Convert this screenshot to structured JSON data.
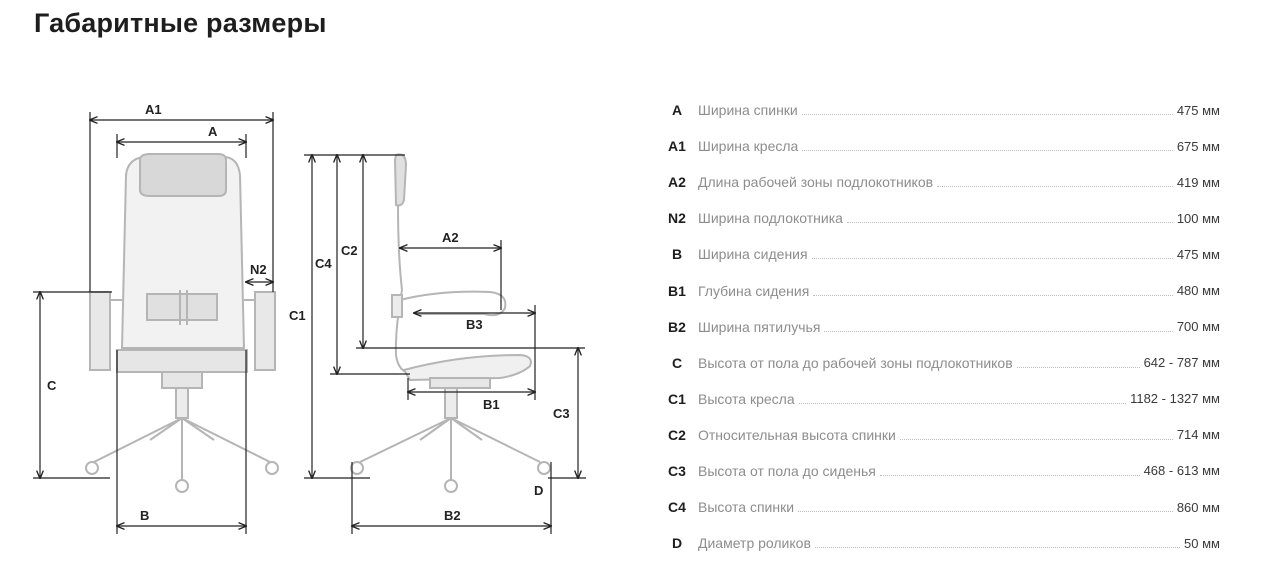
{
  "title": "Габаритные размеры",
  "diagram_labels": {
    "A1": "A1",
    "A": "A",
    "N2": "N2",
    "C": "C",
    "B": "B",
    "C4": "C4",
    "C2": "C2",
    "C1": "C1",
    "A2": "A2",
    "B3": "B3",
    "B1": "B1",
    "C3": "C3",
    "D": "D",
    "B2": "B2"
  },
  "specs": [
    {
      "code": "A",
      "label": "Ширина спинки",
      "value": "475 мм"
    },
    {
      "code": "A1",
      "label": "Ширина кресла",
      "value": "675 мм"
    },
    {
      "code": "A2",
      "label": "Длина рабочей зоны подлокотников",
      "value": "419 мм"
    },
    {
      "code": "N2",
      "label": "Ширина подлокотника",
      "value": "100 мм"
    },
    {
      "code": "B",
      "label": "Ширина сидения",
      "value": "475 мм"
    },
    {
      "code": "B1",
      "label": "Глубина сидения",
      "value": "480 мм"
    },
    {
      "code": "B2",
      "label": "Ширина пятилучья",
      "value": "700 мм"
    },
    {
      "code": "C",
      "label": "Высота от пола до рабочей зоны подлокотников",
      "value": "642 - 787 мм"
    },
    {
      "code": "C1",
      "label": "Высота кресла",
      "value": "1182 - 1327 мм"
    },
    {
      "code": "C2",
      "label": "Относительная высота спинки",
      "value": "714 мм"
    },
    {
      "code": "C3",
      "label": "Высота от пола до сиденья",
      "value": "468 - 613 мм"
    },
    {
      "code": "C4",
      "label": "Высота спинки",
      "value": "860 мм"
    },
    {
      "code": "D",
      "label": "Диаметр роликов",
      "value": "50 мм"
    }
  ]
}
